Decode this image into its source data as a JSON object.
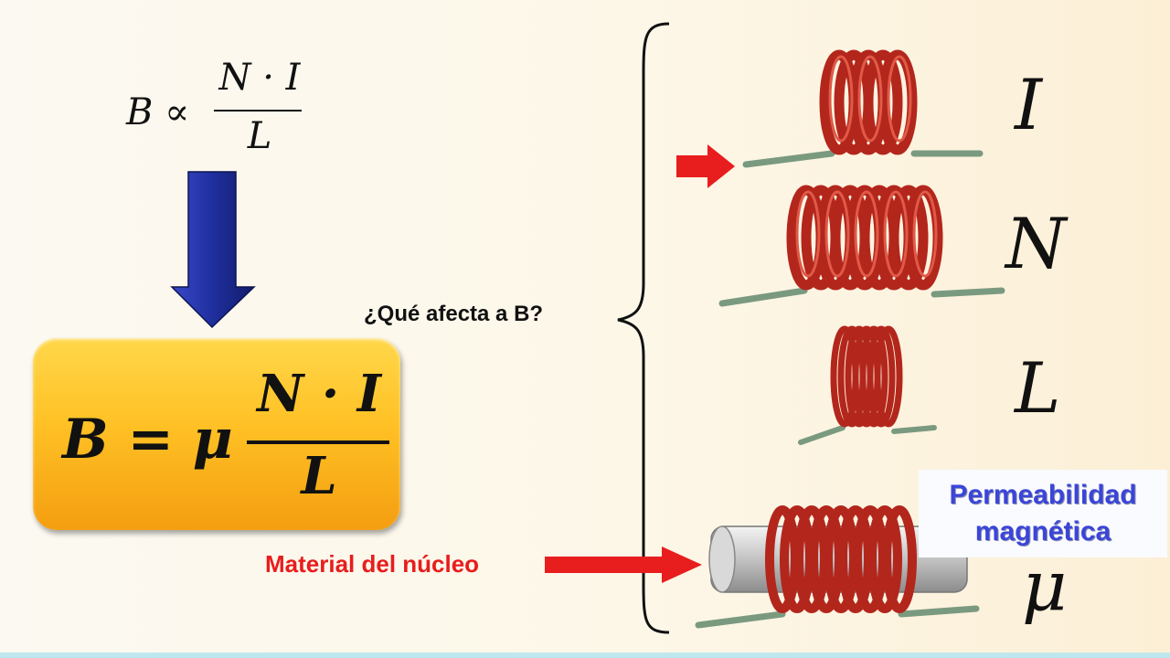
{
  "proportional_formula": {
    "lhs": "B ∝",
    "numerator": "N · I",
    "denominator": "L"
  },
  "main_formula": {
    "lhs": "B = μ",
    "numerator": "N · I",
    "denominator": "L"
  },
  "question": "¿Qué afecta a B?",
  "factors": {
    "current": "I",
    "turns": "N",
    "length": "L",
    "permeability": "μ"
  },
  "core_label": "Material del núcleo",
  "permeability_label": {
    "line1": "Permeabilidad",
    "line2": "magnética"
  },
  "colors": {
    "arrow_blue": "#1f2f9e",
    "arrow_red": "#e81d1d",
    "box_gold": "#ffc125",
    "copper": "#b3261c",
    "label_blue": "#3b45d8"
  }
}
